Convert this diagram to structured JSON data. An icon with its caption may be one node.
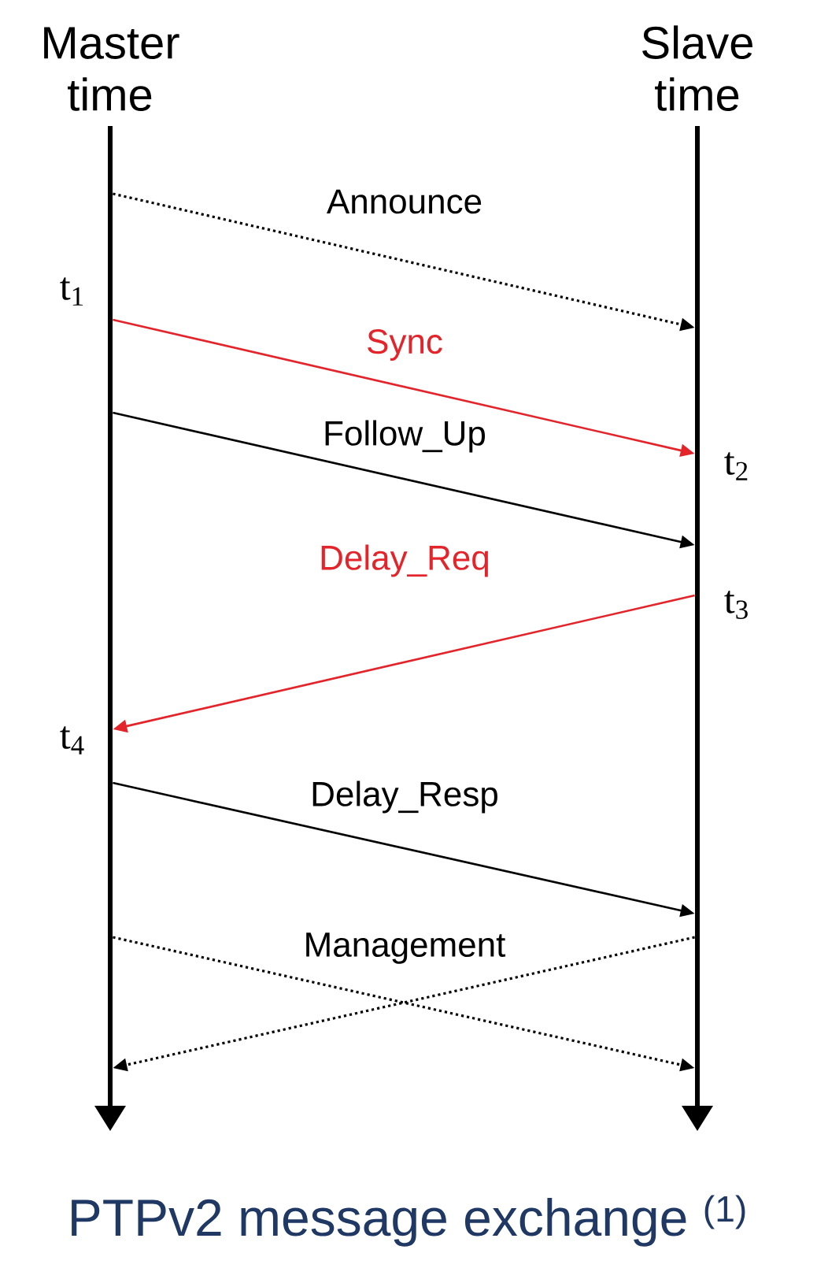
{
  "diagram": {
    "caption": "PTPv2 message exchange $^{(1)}$",
    "nodes": [
      {
        "text": [
          "Master time"
        ]
      },
      {
        "text": [
          "Slave time"
        ]
      }
    ],
    "edges": [
      {
        "from": 0,
        "to": 1,
        "arrow": "to",
        "label": "Announce",
        "style": "dashed"
      },
      {
        "from": 0,
        "to": 1,
        "arrow": "to",
        "label": "Sync",
        "color": "#e3242b"
      },
      {
        "from": 0,
        "to": 1,
        "arrow": "to",
        "label": "Follow_Up"
      },
      {
        "from": 1,
        "to": 0,
        "arrow": "to",
        "label": "Delay_Req",
        "color": "#e3242b"
      },
      {
        "from": 0,
        "to": 1,
        "arrow": "to",
        "label": "Delay_Resp"
      },
      {
        "from": 0,
        "to": 1,
        "arrow": "to",
        "label": "Management",
        "style": "dashed"
      },
      {
        "from": 1,
        "to": 0,
        "arrow": "to",
        "style": "dashed"
      }
    ],
    "labels": [
      "t$_{1}$",
      "t$_{2}$",
      "t$_{3}$",
      "t$_{4}$"
    ]
  }
}
